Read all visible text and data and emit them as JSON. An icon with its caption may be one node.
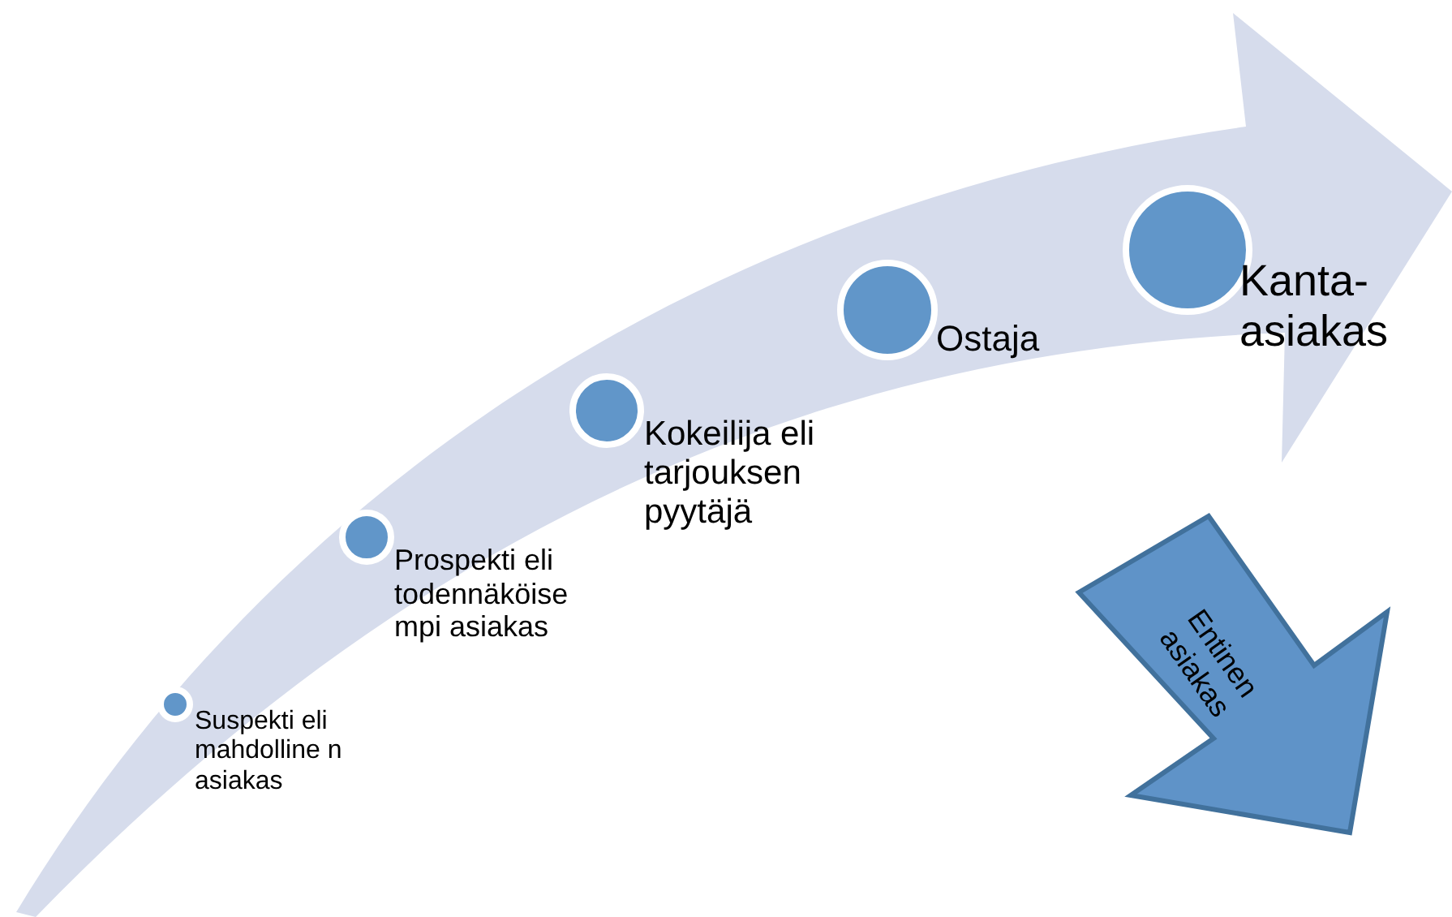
{
  "diagram": {
    "nodes": [
      {
        "text": [
          "Suspekti eli mahdolline n asiakas"
        ]
      },
      {
        "text": [
          "Prospekti eli todennäköise mpi asiakas"
        ]
      },
      {
        "text": [
          "Kokeilija eli tarjouksen pyytäjä"
        ]
      },
      {
        "text": [
          "Ostaja"
        ]
      },
      {
        "text": [
          "Kanta- asiakas"
        ]
      },
      {
        "text": [
          "Entinen asiakas"
        ]
      }
    ]
  }
}
